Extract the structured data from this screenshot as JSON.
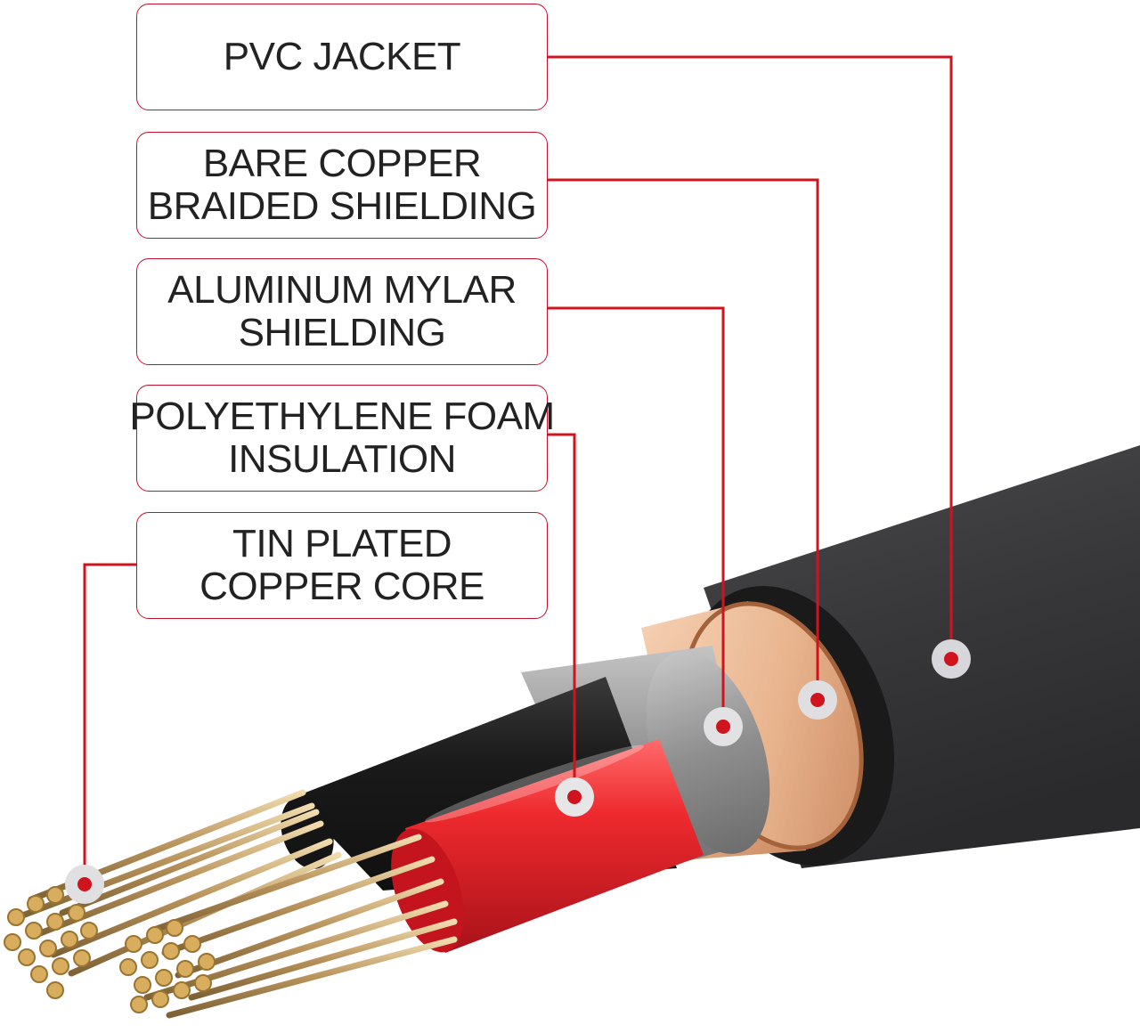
{
  "colors": {
    "accent": "#c8102e",
    "jacket": "#3c3c3e",
    "copper": "#e8b48e",
    "foil": "#9a9a9a",
    "foam": "#1c1c1c",
    "insulation": "#e3202b",
    "strand": "#c9a45c"
  },
  "labels": [
    {
      "id": "pvc-jacket",
      "lines": [
        "PVC JACKET"
      ]
    },
    {
      "id": "braided-shielding",
      "lines": [
        "BARE COPPER",
        "BRAIDED SHIELDING"
      ]
    },
    {
      "id": "mylar-shielding",
      "lines": [
        "ALUMINUM MYLAR",
        "SHIELDING"
      ]
    },
    {
      "id": "foam-insulation",
      "lines": [
        "POLYETHYLENE FOAM",
        "INSULATION"
      ]
    },
    {
      "id": "copper-core",
      "lines": [
        "TIN PLATED",
        "COPPER CORE"
      ]
    }
  ]
}
